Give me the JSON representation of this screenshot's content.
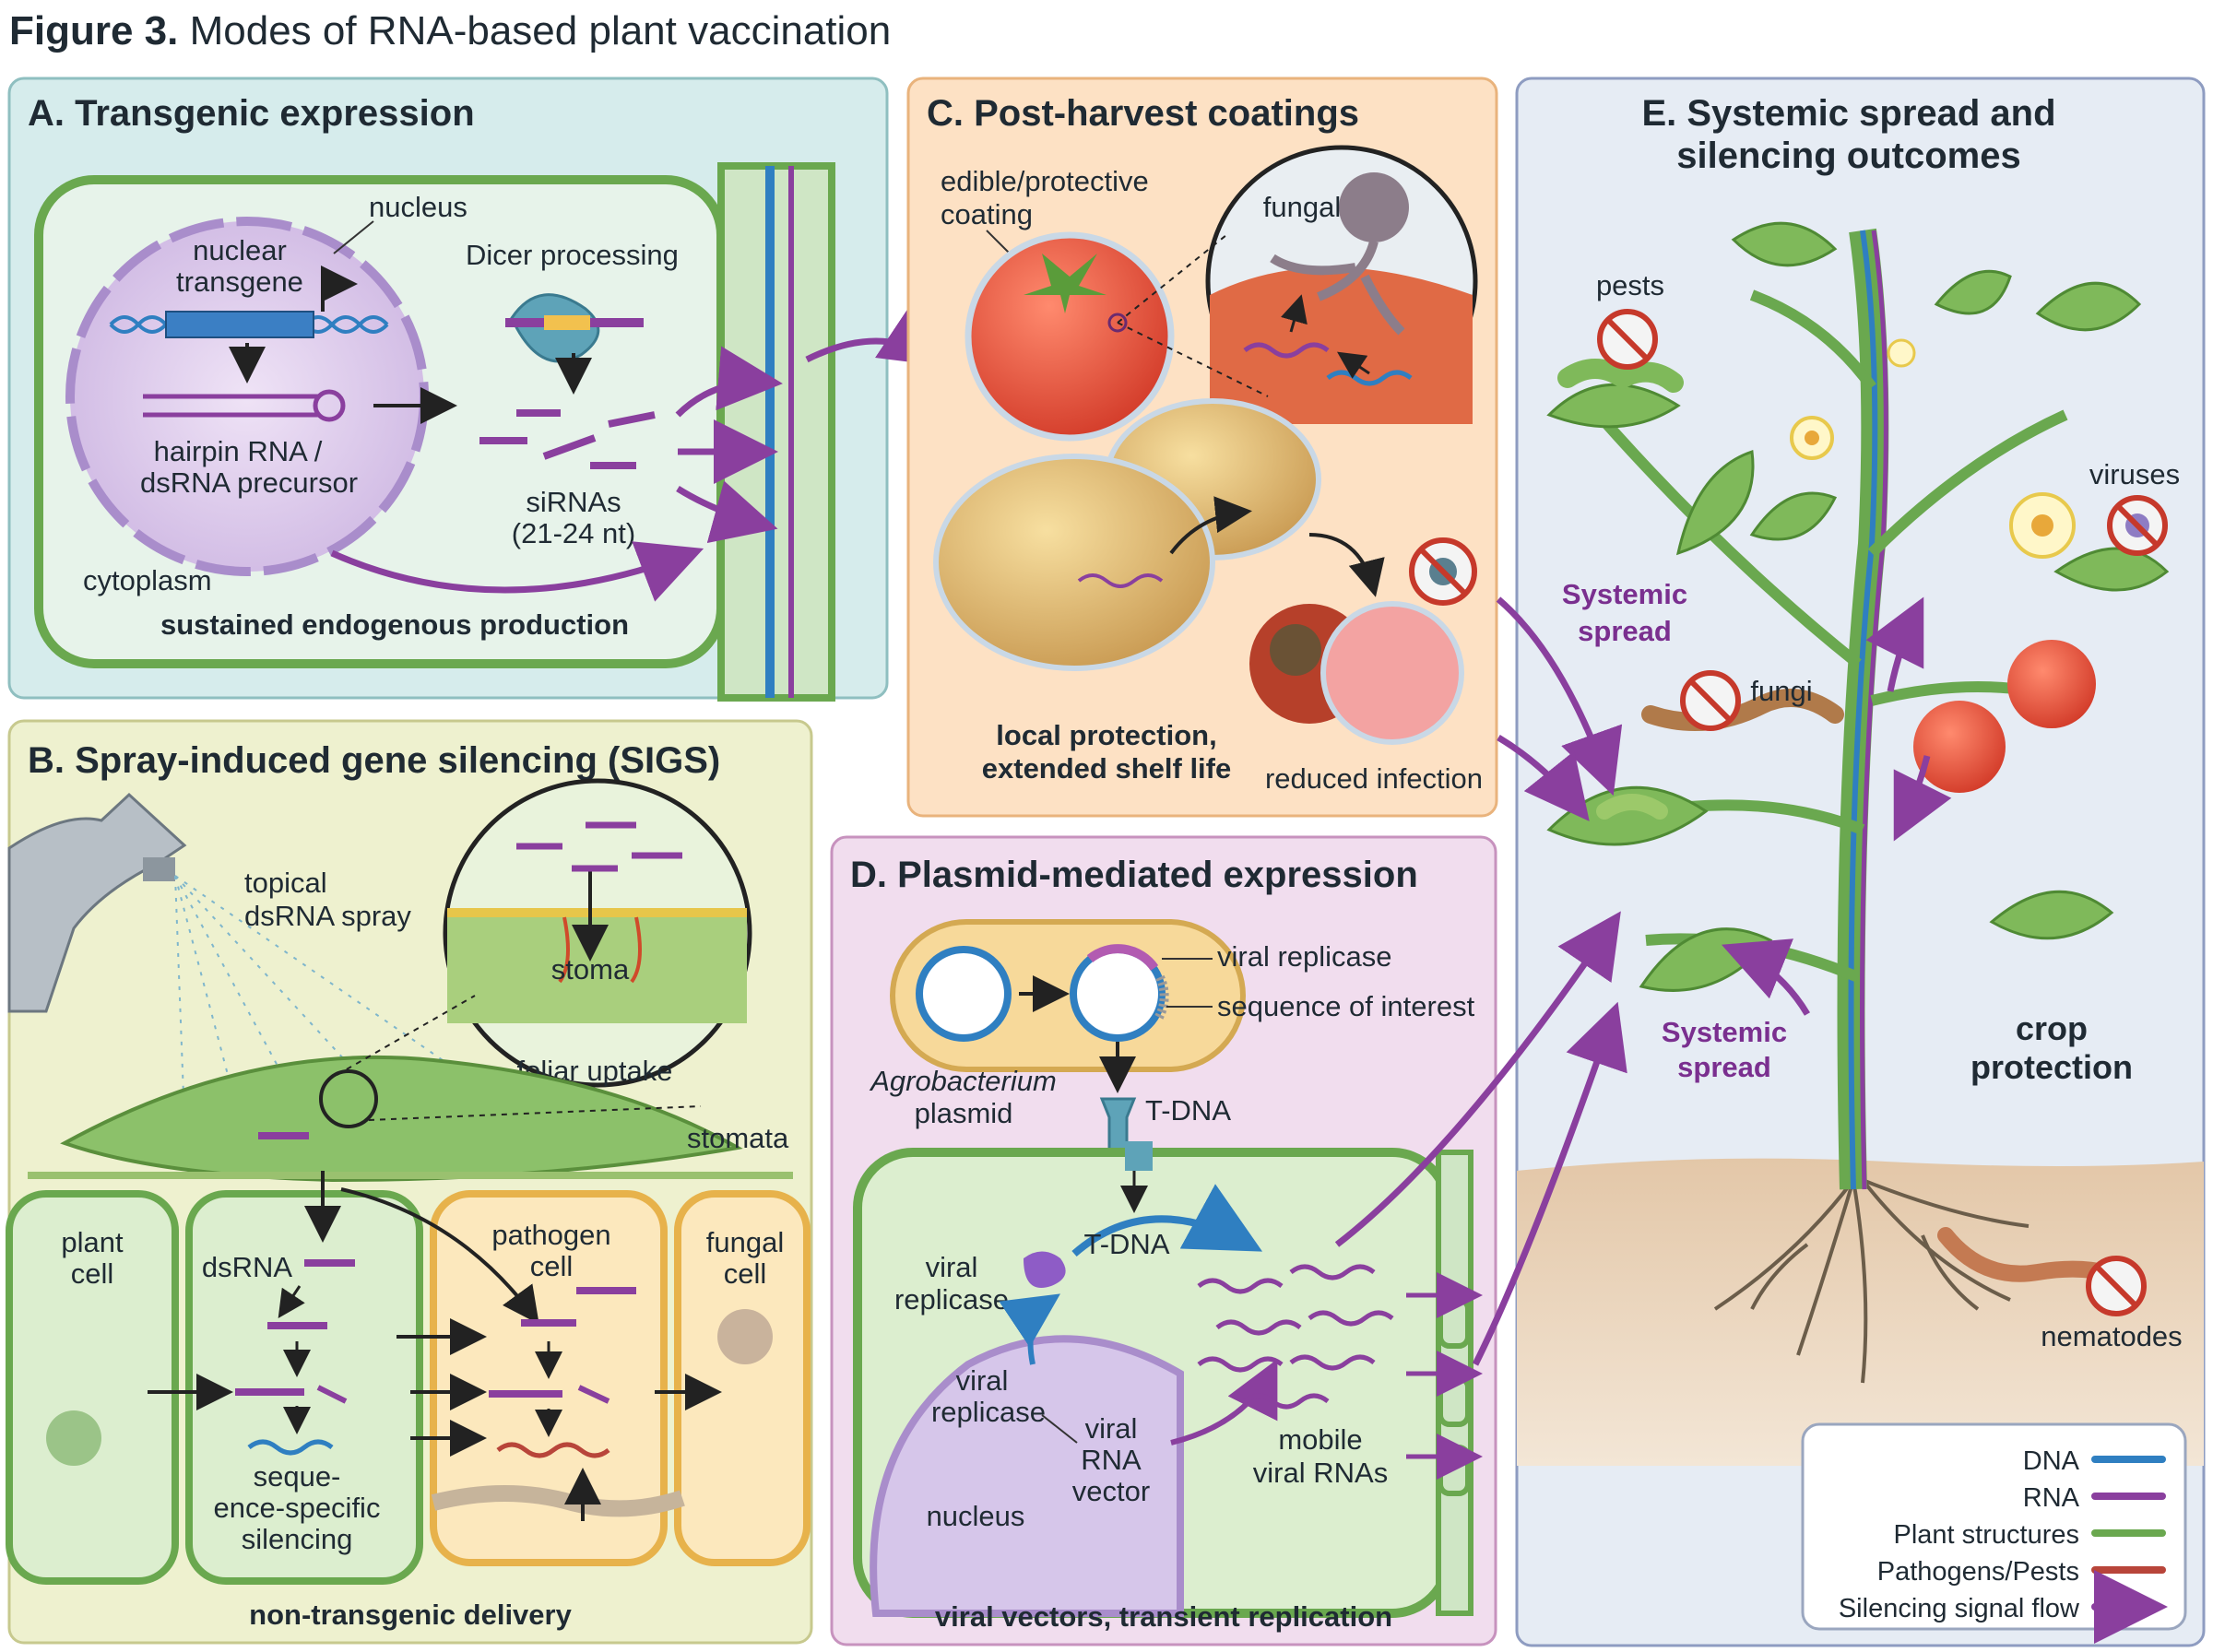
{
  "figure": {
    "prefix": "Figure 3.",
    "title": " Modes of RNA-based plant vaccination"
  },
  "panelA": {
    "title": "A. Transgenic expression",
    "nucleus": "nucleus",
    "transgene_l1": "nuclear",
    "transgene_l2": "transgene",
    "hairpin_l1": "hairpin RNA /",
    "hairpin_l2": "dsRNA precursor",
    "dicer": "Dicer processing",
    "sirna_l1": "siRNAs",
    "sirna_l2": "(21-24 nt)",
    "cytoplasm": "cytoplasm",
    "caption": "sustained endogenous production"
  },
  "panelB": {
    "title": "B. Spray-induced gene silencing (SIGS)",
    "spray_l1": "topical",
    "spray_l2": "dsRNA spray",
    "stoma": "stoma",
    "foliar": "foliar uptake",
    "stomata": "stomata",
    "plant_l1": "plant",
    "plant_l2": "cell",
    "dsrna": "dsRNA",
    "pathogen_l1": "pathogen",
    "pathogen_l2": "cell",
    "fungal_l1": "fungal",
    "fungal_l2": "cell",
    "silencing_l1": "seque-",
    "silencing_l2": "ence-specific",
    "silencing_l3": "silencing",
    "caption": "non-transgenic delivery"
  },
  "panelC": {
    "title": "C. Post-harvest coatings",
    "coating_l1": "edible/protective",
    "coating_l2": "coating",
    "fungal": "fungal",
    "caption_l1": "local protection,",
    "caption_l2": "extended shelf life",
    "reduced": "reduced infection"
  },
  "panelD": {
    "title": "D. Plasmid-mediated expression",
    "replicase_top": "viral replicase",
    "seq_interest": "sequence of interest",
    "agro_l1": "Agrobacterium",
    "agro_l2": "plasmid",
    "tdna": "T-DNA",
    "tdna2": "T-DNA",
    "vrep_l1": "viral",
    "vrep_l2": "replicase",
    "vrep2_l1": "viral",
    "vrep2_l2": "replicase",
    "vector_l1": "viral",
    "vector_l2": "RNA",
    "vector_l3": "vector",
    "nucleus": "nucleus",
    "mobile_l1": "mobile",
    "mobile_l2": "viral RNAs",
    "caption": "viral vectors, transient replication"
  },
  "panelE": {
    "title_l1": "E. Systemic spread and",
    "title_l2": "silencing outcomes",
    "pests": "pests",
    "viruses": "viruses",
    "fungi": "fungi",
    "nematodes": "nematodes",
    "spread1_l1": "Systemic",
    "spread1_l2": "spread",
    "spread2_l1": "Systemic",
    "spread2_l2": "spread",
    "crop_l1": "crop",
    "crop_l2": "protection"
  },
  "legend": [
    {
      "label": "DNA",
      "color": "#2f7fc1"
    },
    {
      "label": "RNA",
      "color": "#8a3f9e"
    },
    {
      "label": "Plant structures",
      "color": "#6aa84f"
    },
    {
      "label": "Pathogens/Pests",
      "color": "#b8453a"
    },
    {
      "label": "Silencing signal flow",
      "color": "#8a3f9e"
    }
  ],
  "colors": {
    "dna": "#2f7fc1",
    "rna": "#8a3f9e",
    "plant": "#6aa84f",
    "pathogen": "#b8453a",
    "panelA_bg": "#d6ecec",
    "panelB_bg": "#eef1cf",
    "panelC_bg": "#fde1c4",
    "panelD_bg": "#f1ddee",
    "panelE_bg": "#e6ecf4"
  }
}
